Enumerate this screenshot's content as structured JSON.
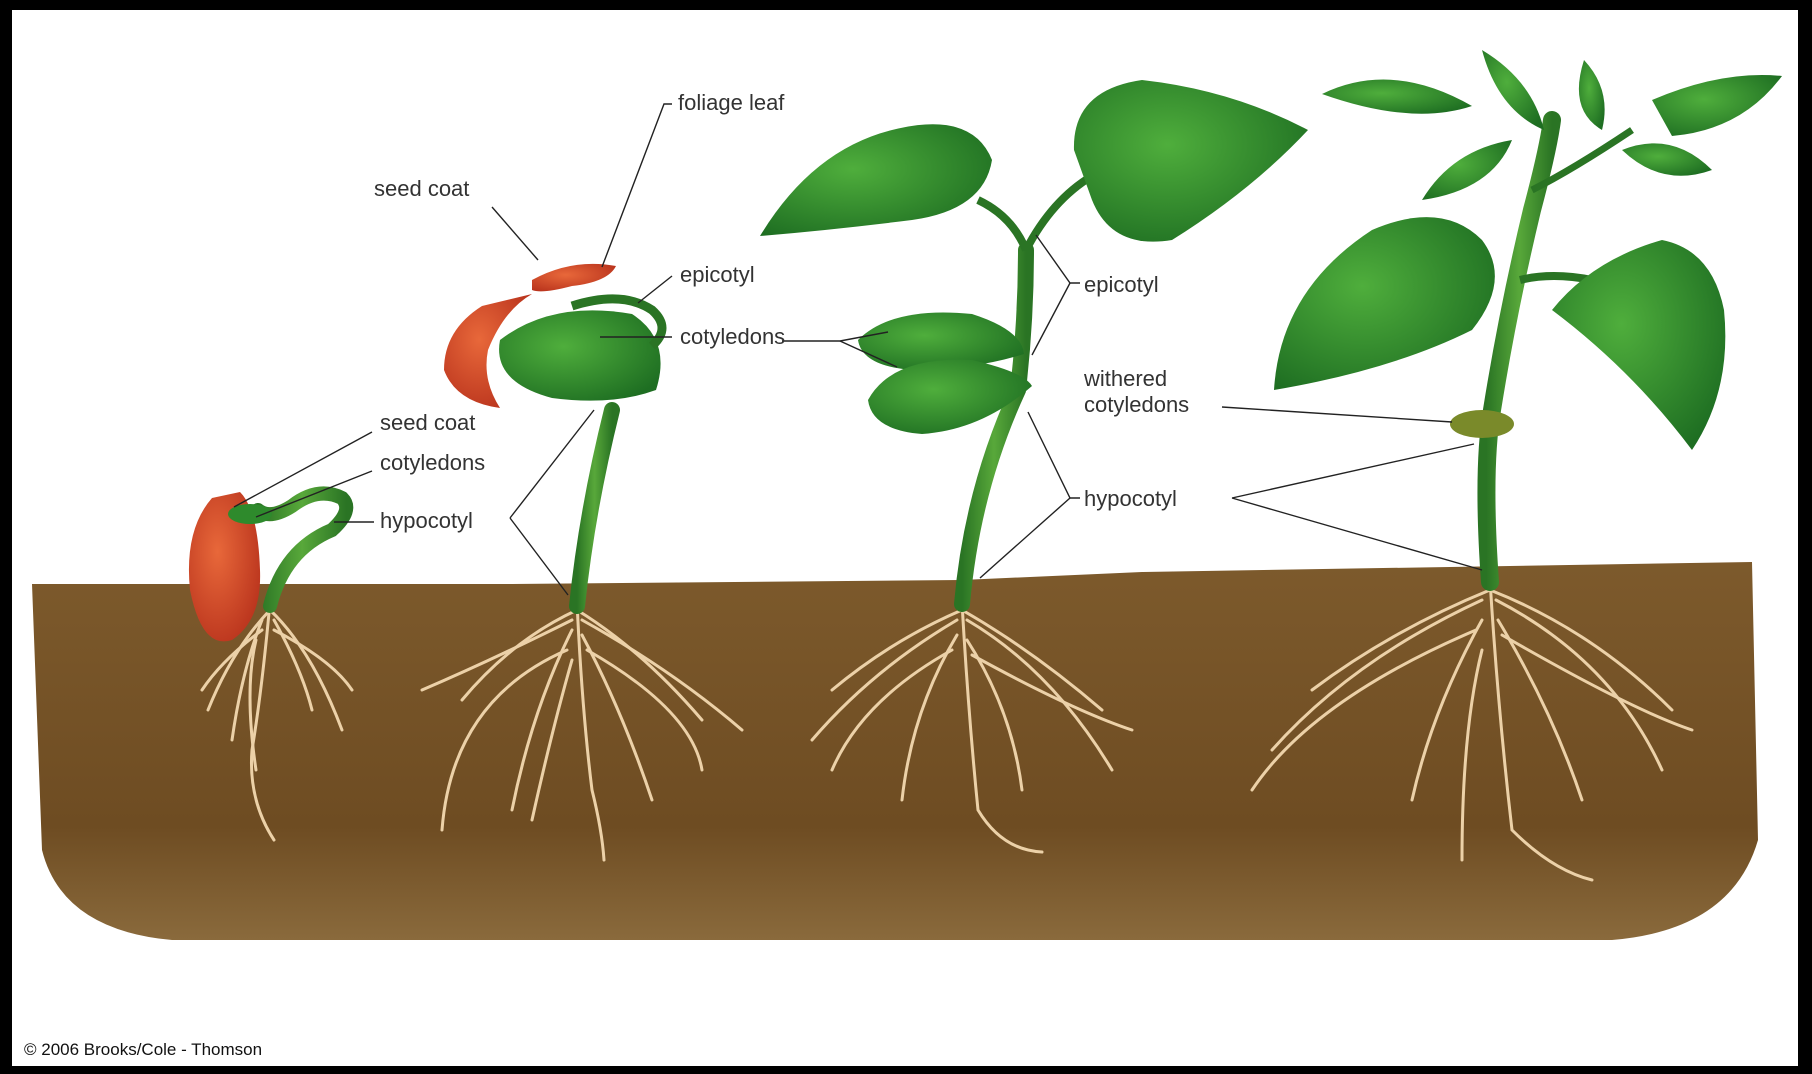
{
  "labels": {
    "stage1": {
      "seed_coat": "seed coat",
      "cotyledons": "cotyledons",
      "hypocotyl": "hypocotyl"
    },
    "stage2": {
      "seed_coat": "seed coat",
      "foliage_leaf": "foliage leaf",
      "epicotyl": "epicotyl",
      "cotyledons": "cotyledons"
    },
    "stage3": {
      "epicotyl": "epicotyl",
      "hypocotyl": "hypocotyl"
    },
    "stage4": {
      "withered_line1": "withered",
      "withered_line2": "cotyledons"
    }
  },
  "copyright": "© 2006 Brooks/Cole - Thomson",
  "colors": {
    "soil": "#7a5628",
    "stem": "#3c8a2c",
    "leaf": "#2f8a2e",
    "seed_coat": "#d2452a",
    "root": "#e9c79a"
  }
}
